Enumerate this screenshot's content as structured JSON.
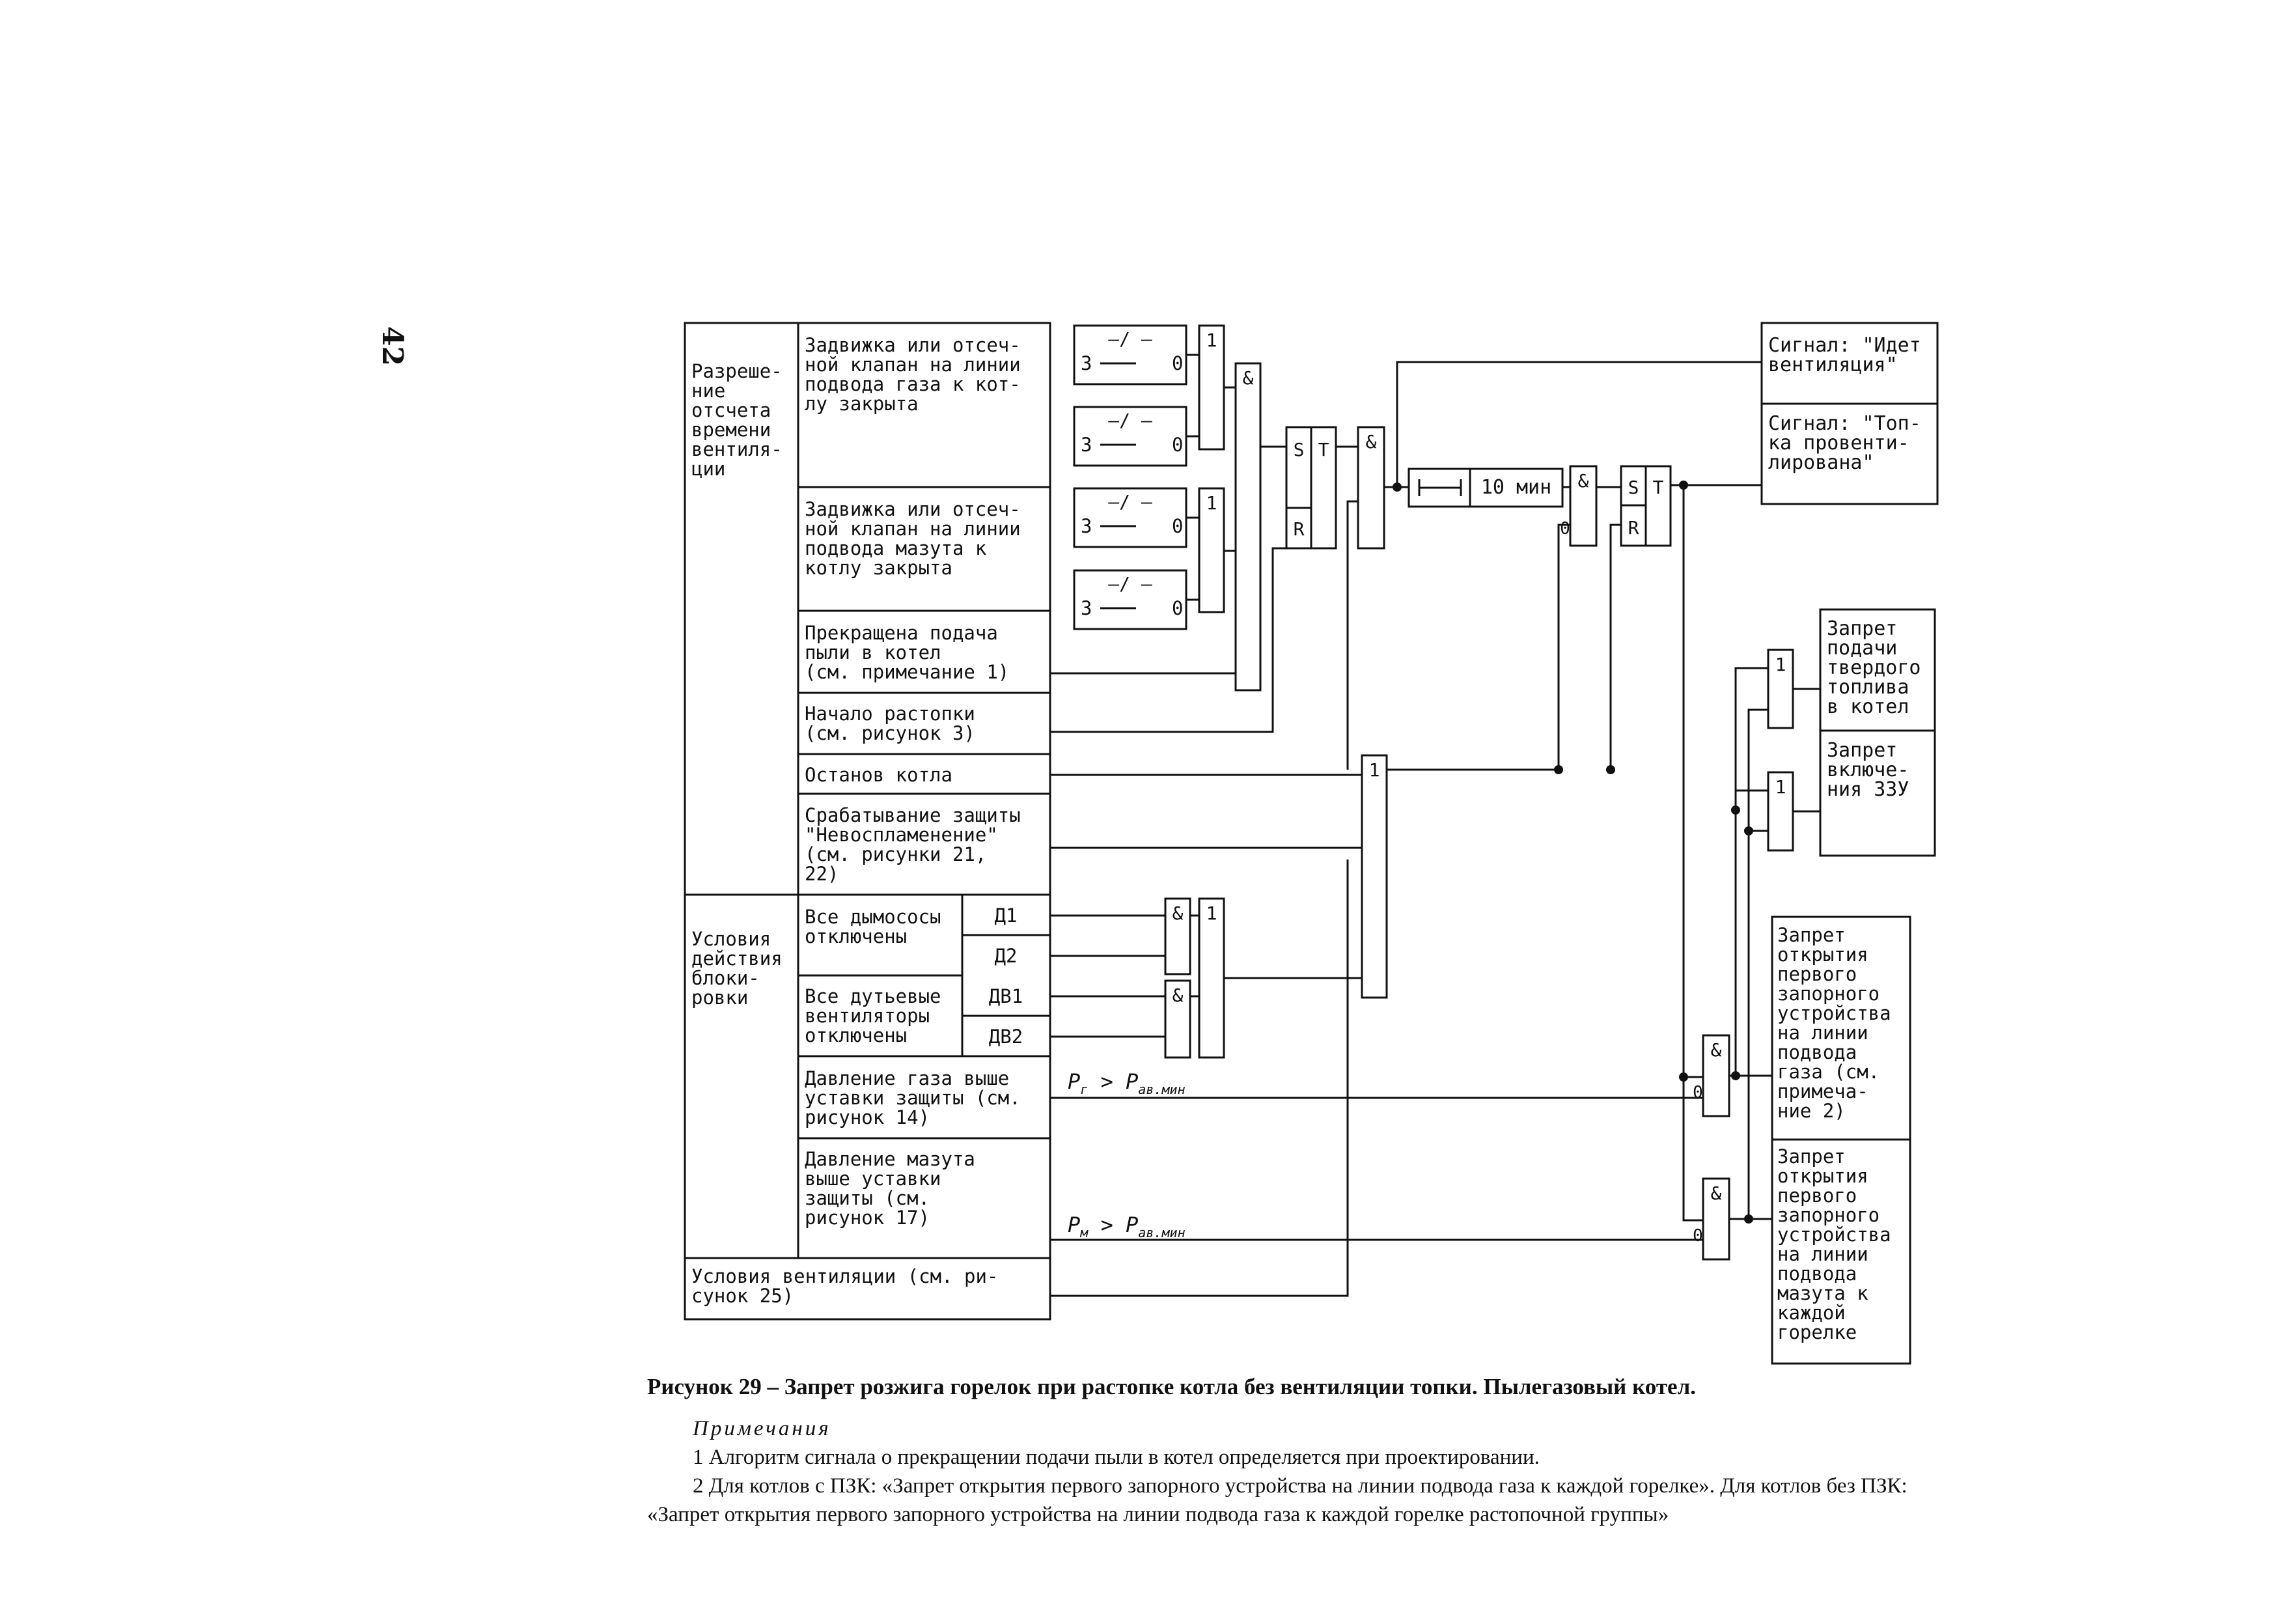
{
  "page_number": "42",
  "groups": {
    "permission": [
      "Разреше-",
      "ние",
      "отсчета",
      "времени",
      "вентиля-",
      "ции"
    ],
    "blocking": [
      "Условия",
      "действия",
      "блоки-",
      "ровки"
    ]
  },
  "conditions": {
    "gas_valve": [
      "Задвижка или отсеч-",
      "ной клапан на линии",
      "подвода газа к кот-",
      "лу закрыта"
    ],
    "oil_valve": [
      "Задвижка или отсеч-",
      "ной клапан на линии",
      "подвода мазута к",
      "котлу закрыта"
    ],
    "dust_stop": [
      "Прекращена подача",
      "пыли в котел",
      "(см. примечание 1)"
    ],
    "startup": [
      "Начало растопки",
      "(см. рисунок 3)"
    ],
    "boiler_stop": [
      "Останов котла"
    ],
    "no_ignition": [
      "Срабатывание защиты",
      "\"Невоспламенение\"",
      "(см. рисунки 21,",
      "22)"
    ],
    "smoke_exhausters": [
      "Все дымососы",
      "отключены"
    ],
    "blowers": [
      "Все дутьевые",
      "вентиляторы",
      "отключены"
    ],
    "gas_pressure": [
      "Давление газа выше",
      "уставки защиты (см.",
      "рисунок 14)"
    ],
    "oil_pressure": [
      "Давление мазута",
      "выше уставки",
      "защиты  (см.",
      "рисунок 17)"
    ],
    "ventilation": [
      "Условия вентиляции (см. ри-",
      "сунок 25)"
    ]
  },
  "device_tags": [
    "Д1",
    "Д2",
    "ДВ1",
    "ДВ2"
  ],
  "switch": {
    "symbol": "—/ —",
    "positions": [
      "3",
      "0"
    ]
  },
  "logic": {
    "or": "1",
    "and": "&",
    "set": "S",
    "reset": "R",
    "trigger": "T",
    "inverse": "0"
  },
  "timer_label": "10 мин",
  "pressure_labels": {
    "gas": {
      "main": "P",
      "sub": "г",
      "op": " > ",
      "rhs": "P",
      "rhs_sub": "ав.мин"
    },
    "oil": {
      "main": "P",
      "sub": "м",
      "op": " > ",
      "rhs": "P",
      "rhs_sub": "ав.мин"
    }
  },
  "outputs": {
    "vent_in_progress": [
      "Сигнал: \"Идет",
      "вентиляция\""
    ],
    "furnace_vented": [
      "Сигнал: \"Топ-",
      "ка провенти-",
      "лирована\""
    ],
    "solid_fuel_ban": [
      "Запрет",
      "подачи",
      "твердого",
      "топлива",
      "в котел"
    ],
    "zzu_ban": [
      "Запрет",
      "включе-",
      "ния ЗЗУ"
    ],
    "gas_device_ban": [
      "Запрет",
      "открытия",
      "первого",
      "запорного",
      "устройства",
      "на линии",
      "подвода",
      "газа (см.",
      "примеча-",
      "ние 2)"
    ],
    "oil_device_ban": [
      "Запрет",
      "открытия",
      "первого",
      "запорного",
      "устройства",
      "на линии",
      "подвода",
      "мазута  к",
      "каждой",
      "горелке"
    ]
  },
  "caption": "Рисунок 29 – Запрет розжига горелок при растопке котла без вентиляции топки. Пылегазовый котел.",
  "notes": {
    "title": "Примечания",
    "items": [
      "1 Алгоритм сигнала о прекращении подачи пыли в котел определяется при проектировании.",
      "2 Для котлов с ПЗК: «Запрет открытия первого запорного устройства на линии подвода газа к каждой горелке». Для котлов без ПЗК: «Запрет открытия первого запорного устройства на линии подвода газа к каждой горелке растопочной группы»"
    ]
  }
}
